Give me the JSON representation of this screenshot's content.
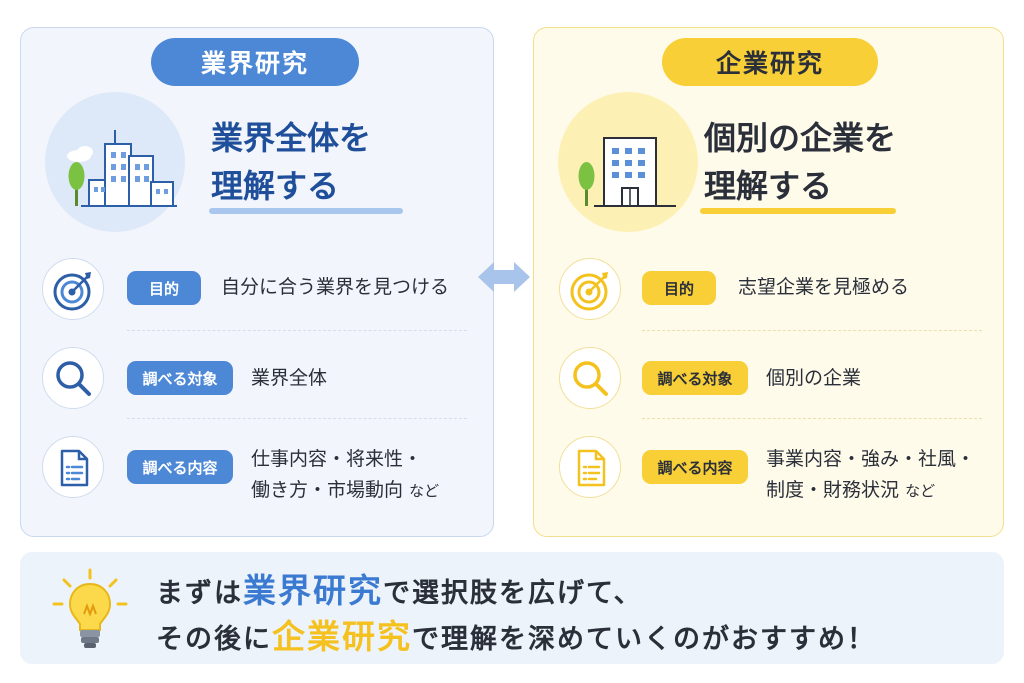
{
  "industry": {
    "badge": "業界研究",
    "headline_line1": "業界全体を",
    "headline_line2": "理解する",
    "rows": [
      {
        "label": "目的",
        "text": "自分に合う業界を見つける"
      },
      {
        "label": "調べる対象",
        "text": "業界全体"
      },
      {
        "label": "調べる内容",
        "text_line1": "仕事内容・将来性・",
        "text_line2": "働き方・市場動向",
        "suffix": "など"
      }
    ]
  },
  "company": {
    "badge": "企業研究",
    "headline_line1": "個別の企業を",
    "headline_line2": "理解する",
    "rows": [
      {
        "label": "目的",
        "text": "志望企業を見極める"
      },
      {
        "label": "調べる対象",
        "text": "個別の企業"
      },
      {
        "label": "調べる内容",
        "text_line1": "事業内容・強み・社風・",
        "text_line2": "制度・財務状況",
        "suffix": "など"
      }
    ]
  },
  "bottom": {
    "line1_pre": "まずは",
    "line1_hl": "業界研究",
    "line1_post": "で選択肢を広げて、",
    "line2_pre": "その後に",
    "line2_hl": "企業研究",
    "line2_post": "で理解を深めていくのがおすすめ！"
  },
  "colors": {
    "blue_accent": "#4d88d6",
    "yellow_accent": "#f8cf36",
    "navy_text": "#1f4f9a"
  },
  "icons": [
    "city-buildings-icon",
    "office-building-icon",
    "target-icon",
    "magnifier-icon",
    "document-icon",
    "double-arrow-icon",
    "lightbulb-icon"
  ]
}
